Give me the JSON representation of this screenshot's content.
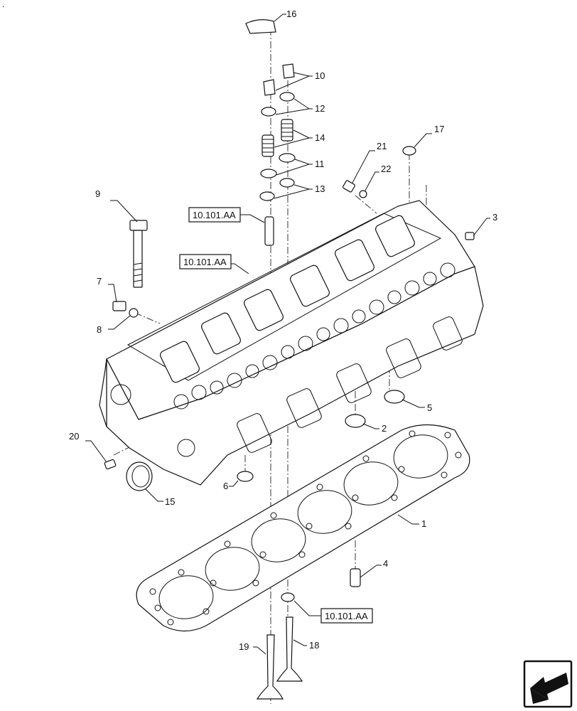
{
  "corner_mark": ".",
  "callouts": {
    "c1": "1",
    "c2": "2",
    "c3": "3",
    "c4": "4",
    "c5": "5",
    "c6": "6",
    "c7": "7",
    "c8": "8",
    "c9": "9",
    "c10": "10",
    "c11": "11",
    "c12": "12",
    "c13": "13",
    "c14": "14",
    "c15": "15",
    "c16": "16",
    "c17": "17",
    "c18": "18",
    "c19": "19",
    "c20": "20",
    "c21": "21",
    "c22": "22"
  },
  "references": {
    "ref_a": "10.101.AA",
    "ref_b": "10.101.AA",
    "ref_c": "10.101.AA"
  },
  "nav": {
    "icon": "arrow-back-icon"
  }
}
